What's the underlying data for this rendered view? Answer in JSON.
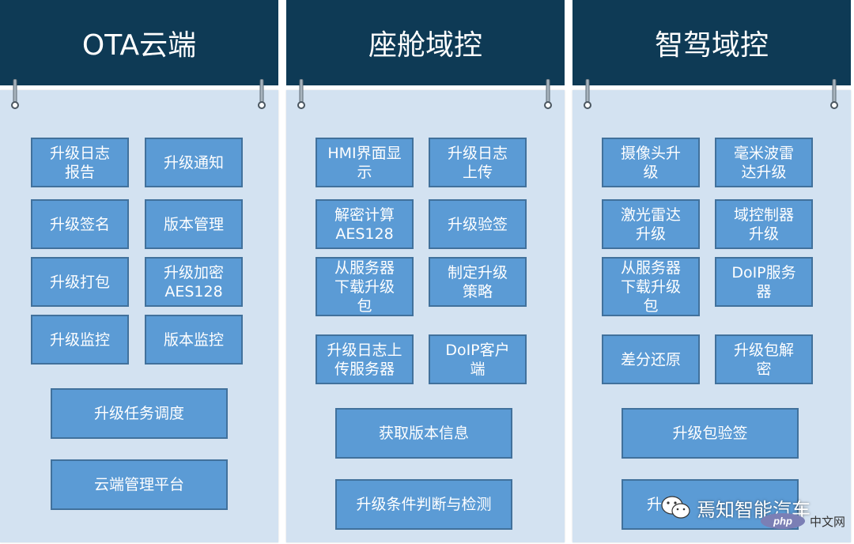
{
  "columns": [
    {
      "title": "OTA云端",
      "boxes": [
        "升级日志\n报告",
        "升级通知",
        "升级签名",
        "版本管理",
        "升级打包",
        "升级加密\nAES128",
        "升级监控",
        "版本监控",
        "升级任务调度",
        "云端管理平台"
      ]
    },
    {
      "title": "座舱域控",
      "boxes": [
        "HMI界面显\n示",
        "升级日志\n上传",
        "解密计算\nAES128",
        "升级验签",
        "从服务器\n下载升级\n包",
        "制定升级\n策略",
        "升级日志上\n传服务器",
        "DoIP客户\n端",
        "获取版本信息",
        "升级条件判断与检测"
      ]
    },
    {
      "title": "智驾域控",
      "boxes": [
        "摄像头升\n级",
        "毫米波雷\n达升级",
        "激光雷达\n升级",
        "域控制器\n升级",
        "从服务器\n下载升级\n包",
        "DoIP服务\n器",
        "差分还原",
        "升级包解\n密",
        "升级包验签",
        "升..."
      ]
    }
  ],
  "watermark": {
    "text": "焉知智能汽车",
    "icon": "wechat-icon",
    "site_text": "中文网",
    "site_logo": "php-logo"
  },
  "colors": {
    "header": "#0e3a55",
    "panel": "#d3e2f1",
    "box_fill": "#5b9bd5",
    "box_border": "#41719c"
  }
}
